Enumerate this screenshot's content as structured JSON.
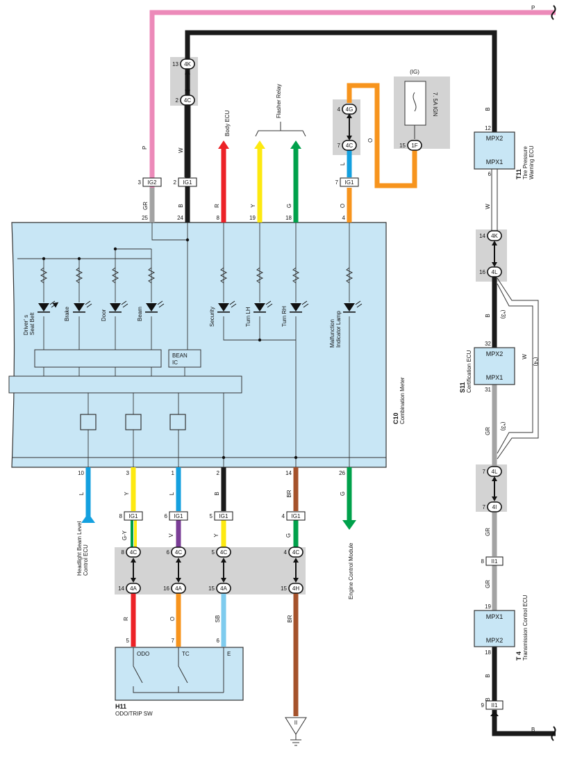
{
  "wire_colors": {
    "P": "#ec8ab9",
    "B": "#1a1a1a",
    "W": "#ffffff",
    "R": "#ec2227",
    "Y": "#fde910",
    "G": "#00a14b",
    "O": "#f7941d",
    "L": "#14a0df",
    "GR": "#a3a3a3",
    "V": "#7a3d96",
    "SB": "#7ecbee",
    "BR": "#a5522b",
    "GY": "#00a14b"
  },
  "panel_colors": {
    "ecu_fill": "#c8e6f5",
    "connector_band": "#d3d3d3"
  },
  "top": {
    "pink_wire_label": "P",
    "black_wire_label": "B"
  },
  "upper_connectors": {
    "j1_top": {
      "pin": "13",
      "code": "4K"
    },
    "j1_bottom": {
      "pin": "2",
      "code": "4C"
    },
    "j2_top": {
      "pin": "4",
      "code": "4G"
    },
    "j2_bottom": {
      "pin": "7",
      "code": "4C"
    },
    "fuse": {
      "group": "(IG)",
      "name": "7. 5A IGN",
      "pin": "15",
      "code": "1F"
    }
  },
  "relay_labels": {
    "flasher_relay": "Flasher Relay",
    "body_ecu": "Body ECU"
  },
  "meter_top_connectors": [
    {
      "pin": "3",
      "code": "IG2"
    },
    {
      "pin": "2",
      "code": "IG1"
    },
    {
      "pin": "7",
      "code": "IG1"
    }
  ],
  "meter_top_wires": [
    {
      "color": "GR",
      "pin": "25",
      "upper": "P"
    },
    {
      "color": "B",
      "pin": "24",
      "upper": "W"
    },
    {
      "color": "R",
      "pin": "8"
    },
    {
      "color": "Y",
      "pin": "19"
    },
    {
      "color": "G",
      "pin": "18"
    },
    {
      "color": "O",
      "pin": "4",
      "upper": "L",
      "loop": "O"
    }
  ],
  "meter": {
    "code": "C10",
    "name": "Combination Meter",
    "bean_ic": [
      "BEAN",
      "IC"
    ],
    "lamps": [
      "Driver' s",
      "Seat Belt",
      "Brake",
      "Door",
      "Beam",
      "Security",
      "Turn LH",
      "Turn RH",
      "Malfunction",
      "Indicator Lamp"
    ]
  },
  "meter_bottom_wires": [
    {
      "pin": "10",
      "color": "L"
    },
    {
      "pin": "3",
      "color": "Y"
    },
    {
      "pin": "1",
      "color": "L"
    },
    {
      "pin": "2",
      "color": "B"
    },
    {
      "pin": "14",
      "color": "BR"
    },
    {
      "pin": "26",
      "color": "G"
    }
  ],
  "bottom_labels": {
    "headlight": [
      "Headlight Beam Level",
      "Control ECU"
    ],
    "engine": "Engine Control Module"
  },
  "ig1_connectors": [
    {
      "pin": "8",
      "code": "IG1"
    },
    {
      "pin": "6",
      "code": "IG1"
    },
    {
      "pin": "5",
      "code": "IG1"
    },
    {
      "pin": "4",
      "code": "IG1"
    }
  ],
  "mid_wire_labels": [
    "G-Y",
    "V",
    "Y",
    "G"
  ],
  "junction_4c": [
    {
      "pin": "8",
      "code": "4C"
    },
    {
      "pin": "6",
      "code": "4C"
    },
    {
      "pin": "5",
      "code": "4C"
    },
    {
      "pin": "4",
      "code": "4C"
    }
  ],
  "junction_4a": [
    {
      "pin": "14",
      "code": "4A"
    },
    {
      "pin": "16",
      "code": "4A"
    },
    {
      "pin": "15",
      "code": "4A"
    },
    {
      "pin": "15",
      "code": "4H"
    }
  ],
  "low_wire_labels": [
    "R",
    "O",
    "SB",
    "BR"
  ],
  "switch": {
    "code": "H11",
    "name": "ODO/TRIP SW",
    "terminals": [
      {
        "pin": "5",
        "label": "ODO"
      },
      {
        "pin": "7",
        "label": "TC"
      },
      {
        "pin": "6",
        "label": "E"
      }
    ]
  },
  "ground": {
    "label": "II"
  },
  "right_side": {
    "t11": {
      "code": "T11",
      "name": [
        "Tire Pressure",
        "Warning ECU"
      ],
      "top_pin": "12",
      "bottom_pin": "6",
      "mpx_top": "MPX2",
      "mpx_bottom": "MPX1"
    },
    "j_4k": {
      "pin": "14",
      "code": "4K"
    },
    "j_4l_top": {
      "pin": "16",
      "code": "4L"
    },
    "s11": {
      "code": "S11",
      "name": "Certification ECU",
      "top_pin": "32",
      "bottom_pin": "31",
      "mpx_top": "MPX2",
      "mpx_bottom": "MPX1"
    },
    "note_3": "(*3)",
    "note_4": "(*4)",
    "j_4l_bottom": {
      "pin": "7",
      "code": "4L"
    },
    "j_4i": {
      "pin": "7",
      "code": "4I"
    },
    "ii1_top": {
      "pin": "8",
      "code": "II1"
    },
    "t4": {
      "code": "T 4",
      "name": "Transmission Control ECU",
      "top_pin": "19",
      "bottom_pin": "18",
      "mpx_top": "MPX1",
      "mpx_bottom": "MPX2"
    },
    "ii1_bottom": {
      "pin": "9",
      "code": "II1"
    },
    "wire_labels": [
      "B",
      "W",
      "B",
      "W",
      "GR",
      "GR",
      "GR",
      "B",
      "B"
    ]
  }
}
